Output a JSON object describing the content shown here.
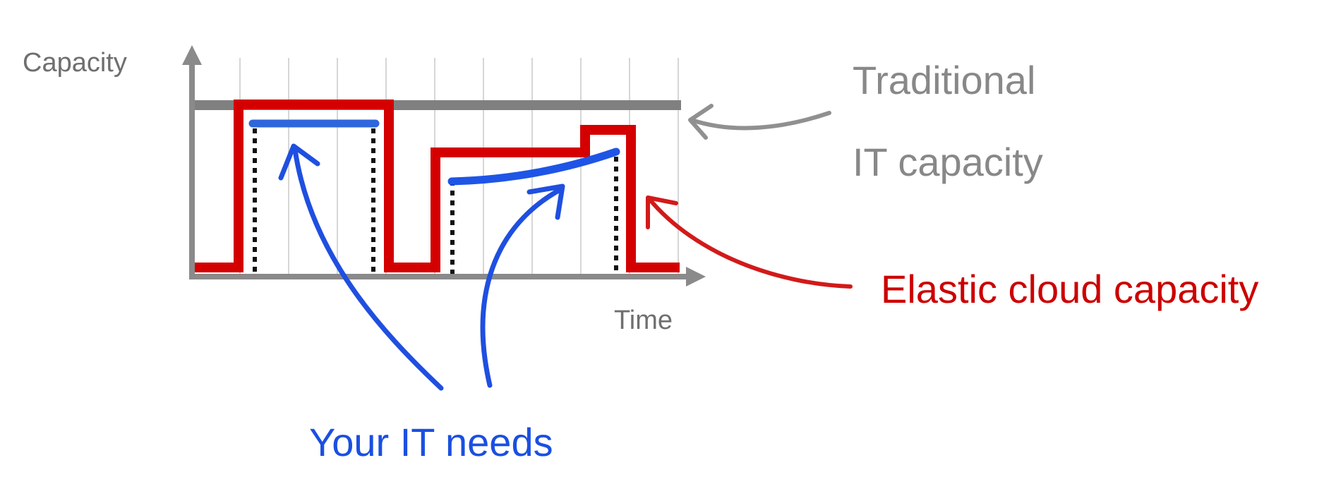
{
  "axes": {
    "y_label": "Capacity",
    "x_label": "Time"
  },
  "labels": {
    "traditional_line1": "Traditional",
    "traditional_line2": "IT capacity",
    "elastic": "Elastic cloud capacity",
    "needs": "Your IT needs"
  },
  "colors": {
    "traditional": "#808080",
    "elastic": "#d40000",
    "needs": "#2050e0",
    "grid": "#d6d6d6",
    "axis": "#8a8a8a"
  }
}
